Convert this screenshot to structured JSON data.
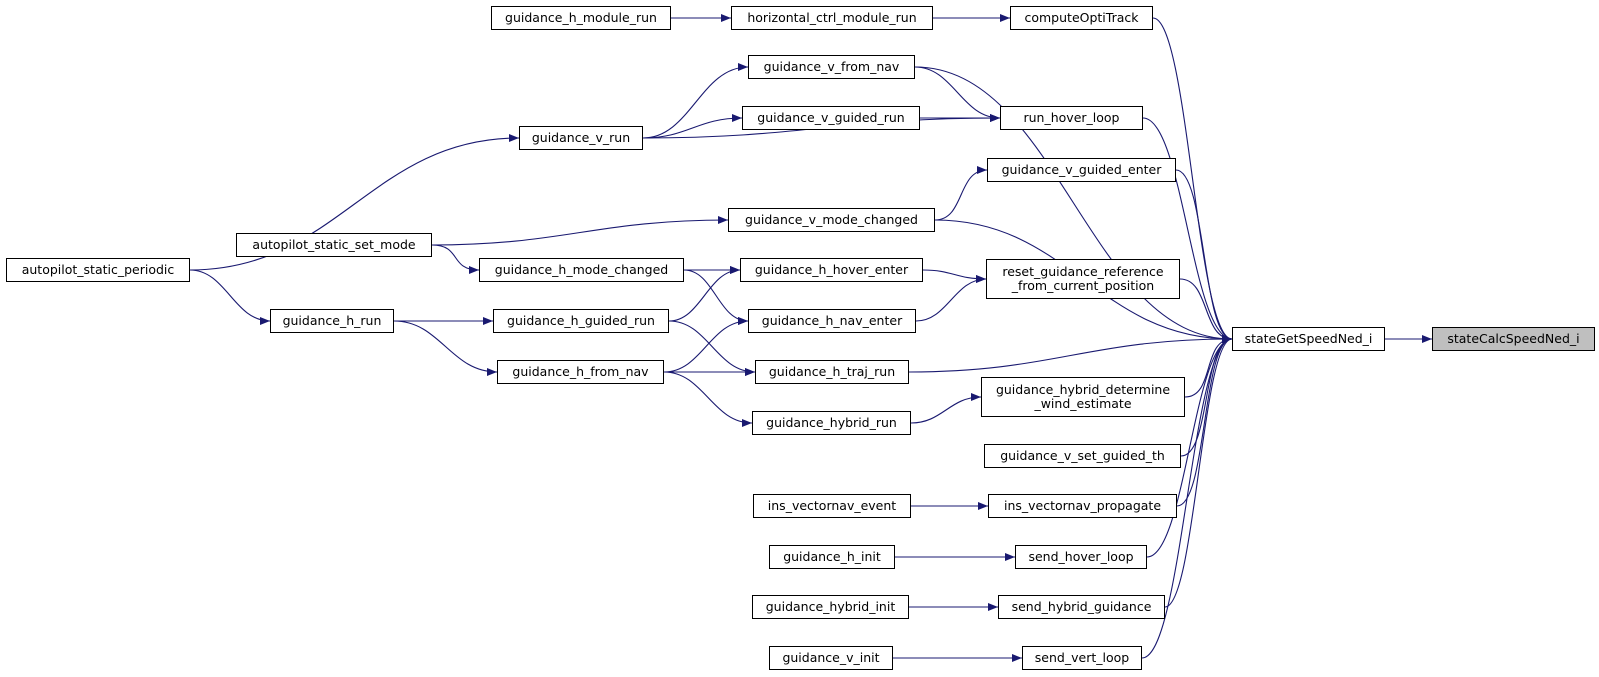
{
  "graph": {
    "edge_color": "#191970",
    "root_fill": "#bfbfbf",
    "nodes": {
      "stateCalcSpeedNed_i": "stateCalcSpeedNed_i",
      "stateGetSpeedNed_i": "stateGetSpeedNed_i",
      "computeOptiTrack": "computeOptiTrack",
      "horizontal_ctrl_module_run": "horizontal_ctrl_module_run",
      "guidance_h_module_run": "guidance_h_module_run",
      "guidance_v_from_nav": "guidance_v_from_nav",
      "run_hover_loop": "run_hover_loop",
      "guidance_v_guided_run": "guidance_v_guided_run",
      "guidance_v_run": "guidance_v_run",
      "guidance_v_guided_enter": "guidance_v_guided_enter",
      "guidance_v_mode_changed": "guidance_v_mode_changed",
      "autopilot_static_set_mode": "autopilot_static_set_mode",
      "autopilot_static_periodic": "autopilot_static_periodic",
      "guidance_h_mode_changed": "guidance_h_mode_changed",
      "guidance_h_hover_enter": "guidance_h_hover_enter",
      "reset_guidance_reference_from_current_position": "reset_guidance_reference\n_from_current_position",
      "guidance_h_run": "guidance_h_run",
      "guidance_h_guided_run": "guidance_h_guided_run",
      "guidance_h_nav_enter": "guidance_h_nav_enter",
      "guidance_h_from_nav": "guidance_h_from_nav",
      "guidance_h_traj_run": "guidance_h_traj_run",
      "guidance_hybrid_determine_wind_estimate": "guidance_hybrid_determine\n_wind_estimate",
      "guidance_hybrid_run": "guidance_hybrid_run",
      "guidance_v_set_guided_th": "guidance_v_set_guided_th",
      "ins_vectornav_event": "ins_vectornav_event",
      "ins_vectornav_propagate": "ins_vectornav_propagate",
      "guidance_h_init": "guidance_h_init",
      "send_hover_loop": "send_hover_loop",
      "guidance_hybrid_init": "guidance_hybrid_init",
      "send_hybrid_guidance": "send_hybrid_guidance",
      "guidance_v_init": "guidance_v_init",
      "send_vert_loop": "send_vert_loop"
    },
    "edges": [
      [
        "stateGetSpeedNed_i",
        "stateCalcSpeedNed_i"
      ],
      [
        "computeOptiTrack",
        "stateGetSpeedNed_i"
      ],
      [
        "horizontal_ctrl_module_run",
        "computeOptiTrack"
      ],
      [
        "guidance_h_module_run",
        "horizontal_ctrl_module_run"
      ],
      [
        "guidance_v_from_nav",
        "stateGetSpeedNed_i"
      ],
      [
        "guidance_v_from_nav",
        "run_hover_loop"
      ],
      [
        "guidance_v_run",
        "guidance_v_from_nav"
      ],
      [
        "guidance_v_guided_run",
        "run_hover_loop"
      ],
      [
        "guidance_v_run",
        "guidance_v_guided_run"
      ],
      [
        "guidance_v_run",
        "run_hover_loop"
      ],
      [
        "run_hover_loop",
        "stateGetSpeedNed_i"
      ],
      [
        "autopilot_static_periodic",
        "guidance_v_run"
      ],
      [
        "guidance_v_guided_enter",
        "stateGetSpeedNed_i"
      ],
      [
        "guidance_v_mode_changed",
        "guidance_v_guided_enter"
      ],
      [
        "guidance_v_mode_changed",
        "stateGetSpeedNed_i"
      ],
      [
        "autopilot_static_set_mode",
        "guidance_v_mode_changed"
      ],
      [
        "autopilot_static_set_mode",
        "guidance_h_mode_changed"
      ],
      [
        "guidance_h_mode_changed",
        "guidance_h_hover_enter"
      ],
      [
        "guidance_h_mode_changed",
        "guidance_h_nav_enter"
      ],
      [
        "guidance_h_hover_enter",
        "reset_guidance_reference_from_current_position"
      ],
      [
        "guidance_h_nav_enter",
        "reset_guidance_reference_from_current_position"
      ],
      [
        "reset_guidance_reference_from_current_position",
        "stateGetSpeedNed_i"
      ],
      [
        "autopilot_static_periodic",
        "guidance_h_run"
      ],
      [
        "guidance_h_run",
        "guidance_h_guided_run"
      ],
      [
        "guidance_h_run",
        "guidance_h_from_nav"
      ],
      [
        "guidance_h_guided_run",
        "guidance_h_hover_enter"
      ],
      [
        "guidance_h_guided_run",
        "guidance_h_traj_run"
      ],
      [
        "guidance_h_from_nav",
        "guidance_h_nav_enter"
      ],
      [
        "guidance_h_from_nav",
        "guidance_h_traj_run"
      ],
      [
        "guidance_h_from_nav",
        "guidance_hybrid_run"
      ],
      [
        "guidance_h_traj_run",
        "stateGetSpeedNed_i"
      ],
      [
        "guidance_hybrid_run",
        "guidance_hybrid_determine_wind_estimate"
      ],
      [
        "guidance_hybrid_determine_wind_estimate",
        "stateGetSpeedNed_i"
      ],
      [
        "guidance_v_set_guided_th",
        "stateGetSpeedNed_i"
      ],
      [
        "ins_vectornav_event",
        "ins_vectornav_propagate"
      ],
      [
        "ins_vectornav_propagate",
        "stateGetSpeedNed_i"
      ],
      [
        "guidance_h_init",
        "send_hover_loop"
      ],
      [
        "send_hover_loop",
        "stateGetSpeedNed_i"
      ],
      [
        "guidance_hybrid_init",
        "send_hybrid_guidance"
      ],
      [
        "send_hybrid_guidance",
        "stateGetSpeedNed_i"
      ],
      [
        "guidance_v_init",
        "send_vert_loop"
      ],
      [
        "send_vert_loop",
        "stateGetSpeedNed_i"
      ]
    ]
  }
}
